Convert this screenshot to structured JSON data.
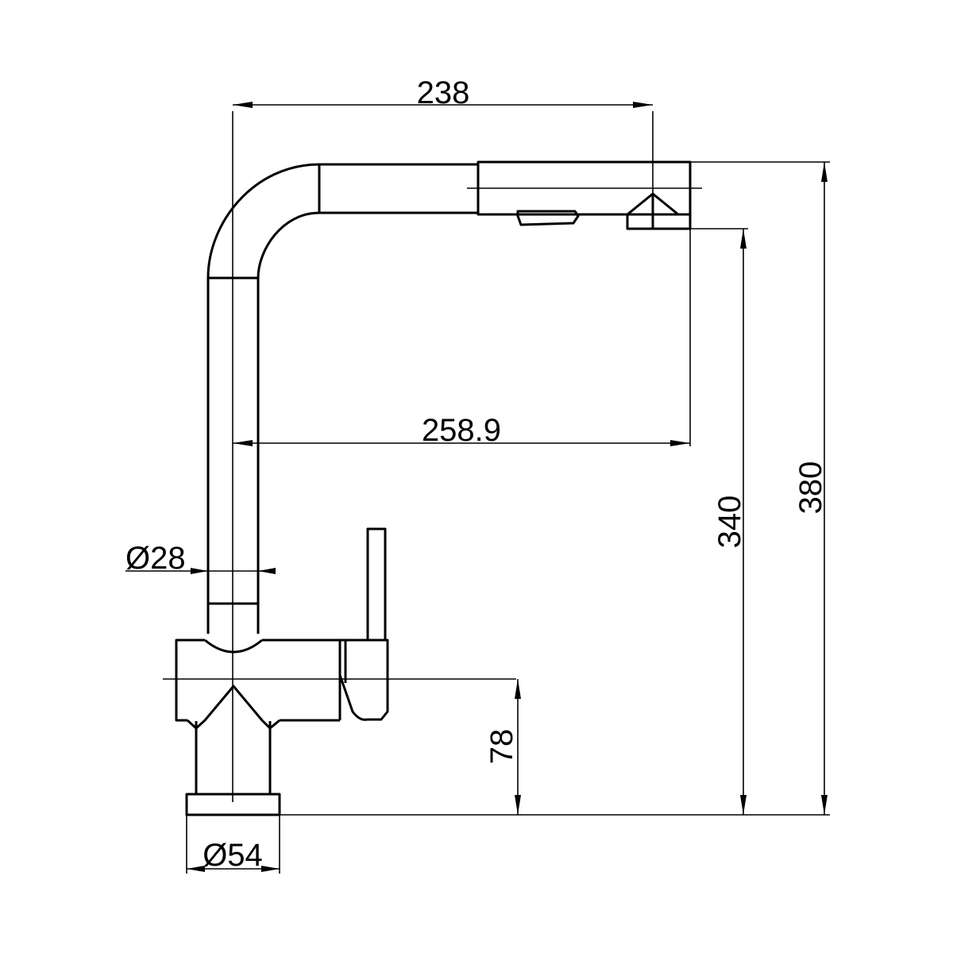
{
  "dimensions": {
    "spout_reach": "238",
    "overall_reach": "258.9",
    "pipe_diameter": "Ø28",
    "base_diameter": "Ø54",
    "body_height": "78",
    "outlet_height": "340",
    "total_height": "380"
  }
}
